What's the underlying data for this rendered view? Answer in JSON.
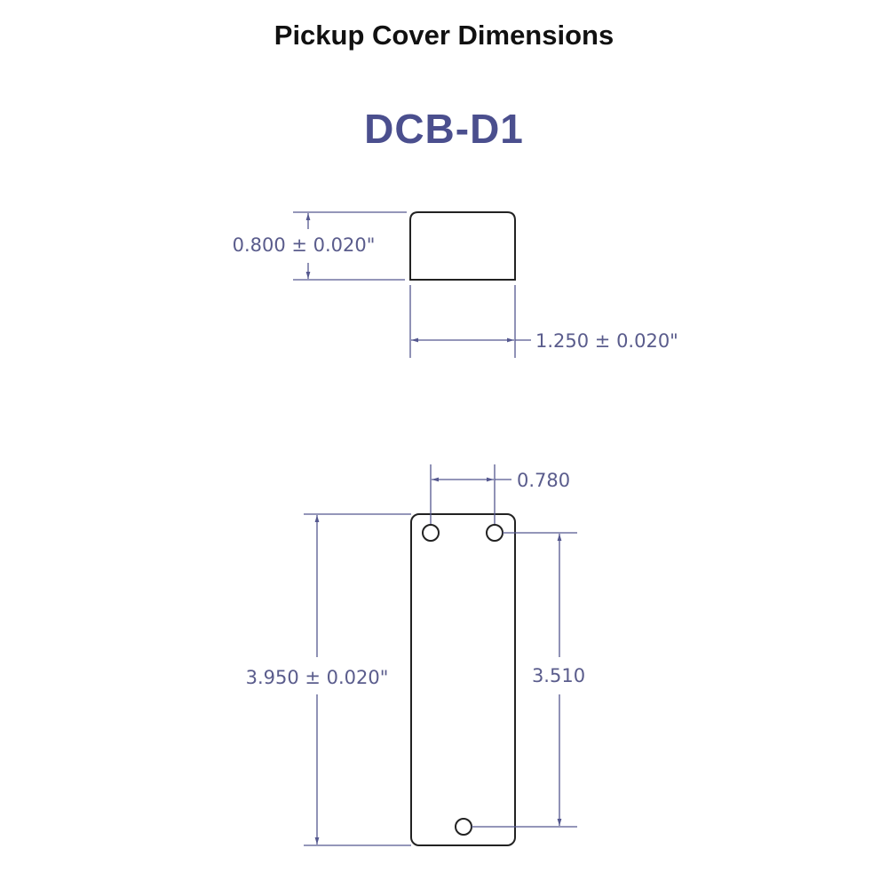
{
  "title": "Pickup Cover Dimensions",
  "model": "DCB-D1",
  "side_view": {
    "height_dim": "0.800 ± 0.020\"",
    "width_dim": "1.250 ± 0.020\""
  },
  "top_view": {
    "hole_spacing_dim": "0.780",
    "length_dim": "3.950 ± 0.020\"",
    "hole_offset_dim": "3.510"
  },
  "colors": {
    "dimension": "#55588f",
    "model": "#4b4f8e",
    "outline": "#222222"
  }
}
